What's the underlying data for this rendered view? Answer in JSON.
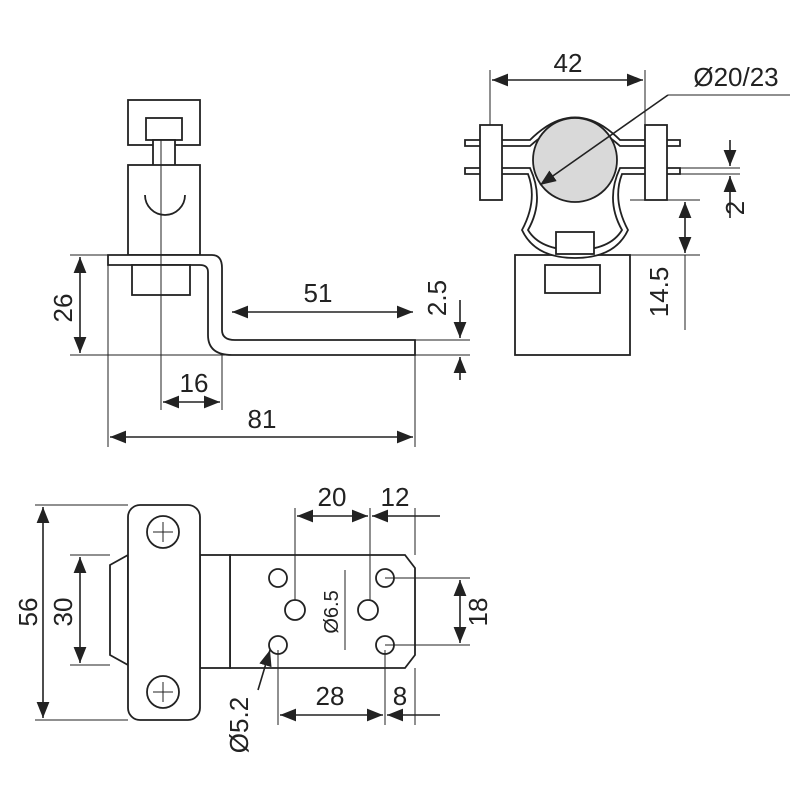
{
  "side_view": {
    "dim_height": "26",
    "dim_length_top": "51",
    "dim_thickness": "2.5",
    "dim_offset": "16",
    "dim_total_length": "81"
  },
  "front_view": {
    "dim_width": "42",
    "dim_pipe_diameter": "Ø20/23",
    "dim_band": "2",
    "dim_height": "14.5"
  },
  "bottom_view": {
    "dim_height_total": "56",
    "dim_clamp": "30",
    "dim_hole_spacing_a": "20",
    "dim_hole_spacing_b": "12",
    "dim_center_hole": "Ø6.5",
    "dim_hole_pitch_v": "18",
    "dim_hole_pitch_h": "28",
    "dim_edge": "8",
    "dim_small_hole": "Ø5.2"
  },
  "colors": {
    "pipe_fill": "#d9d9d9",
    "line": "#222222"
  }
}
